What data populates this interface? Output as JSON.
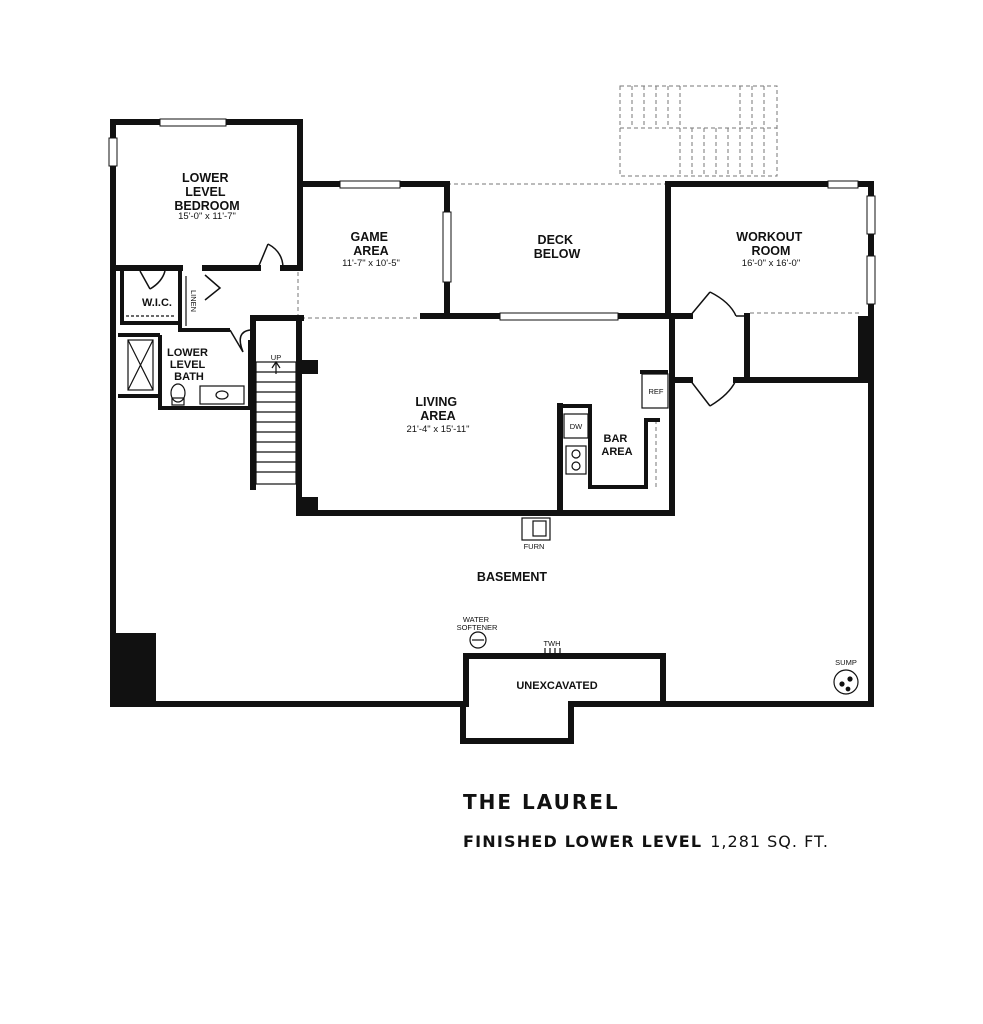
{
  "plan": {
    "rooms": [
      {
        "id": "bedroom",
        "lines": [
          "LOWER",
          "LEVEL",
          "BEDROOM"
        ],
        "dim": "15'-0\" x 11'-7\""
      },
      {
        "id": "game",
        "lines": [
          "GAME",
          "AREA"
        ],
        "dim": "11'-7\" x 10'-5\""
      },
      {
        "id": "deck",
        "lines": [
          "DECK",
          "BELOW"
        ],
        "dim": ""
      },
      {
        "id": "workout",
        "lines": [
          "WORKOUT",
          "ROOM"
        ],
        "dim": "16'-0\" x 16'-0\""
      },
      {
        "id": "wic",
        "lines": [
          "W.I.C."
        ],
        "dim": ""
      },
      {
        "id": "bath",
        "lines": [
          "LOWER",
          "LEVEL",
          "BATH"
        ],
        "dim": ""
      },
      {
        "id": "living",
        "lines": [
          "LIVING",
          "AREA"
        ],
        "dim": "21'-4\" x 15'-11\""
      },
      {
        "id": "bar",
        "lines": [
          "BAR",
          "AREA"
        ],
        "dim": ""
      },
      {
        "id": "basement",
        "lines": [
          "BASEMENT"
        ],
        "dim": ""
      },
      {
        "id": "unexcavated",
        "lines": [
          "UNEXCAVATED"
        ],
        "dim": ""
      }
    ],
    "fixtures": {
      "linen": "LINEN",
      "up": "UP",
      "ref": "REF",
      "dw": "DW",
      "furn": "FURN",
      "water_softener": [
        "WATER",
        "SOFTENER"
      ],
      "twh": "TWH",
      "sump": "SUMP"
    }
  },
  "footer": {
    "title": "THE LAUREL",
    "level_label": "FINISHED LOWER LEVEL",
    "area": "1,281 SQ. FT."
  },
  "colors": {
    "wall": "#111111",
    "background": "#ffffff"
  }
}
